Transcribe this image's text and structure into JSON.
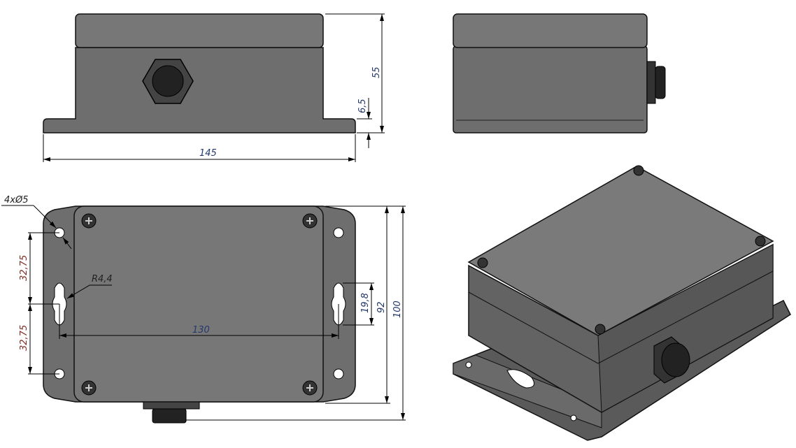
{
  "drawing": {
    "front_view": {
      "width_label": "145",
      "height_label": "55",
      "flange_label": "6,5"
    },
    "top_view": {
      "holes_label": "4xØ5",
      "radius_label": "R4,4",
      "spacing_upper_label": "32,75",
      "spacing_lower_label": "32,75",
      "slot_spacing_label": "130",
      "slot_length_label": "19,8",
      "lid_depth_label": "92",
      "total_depth_label": "100"
    }
  },
  "colors": {
    "dimension_text": "#23386b",
    "housing": "#6e6e6e"
  }
}
